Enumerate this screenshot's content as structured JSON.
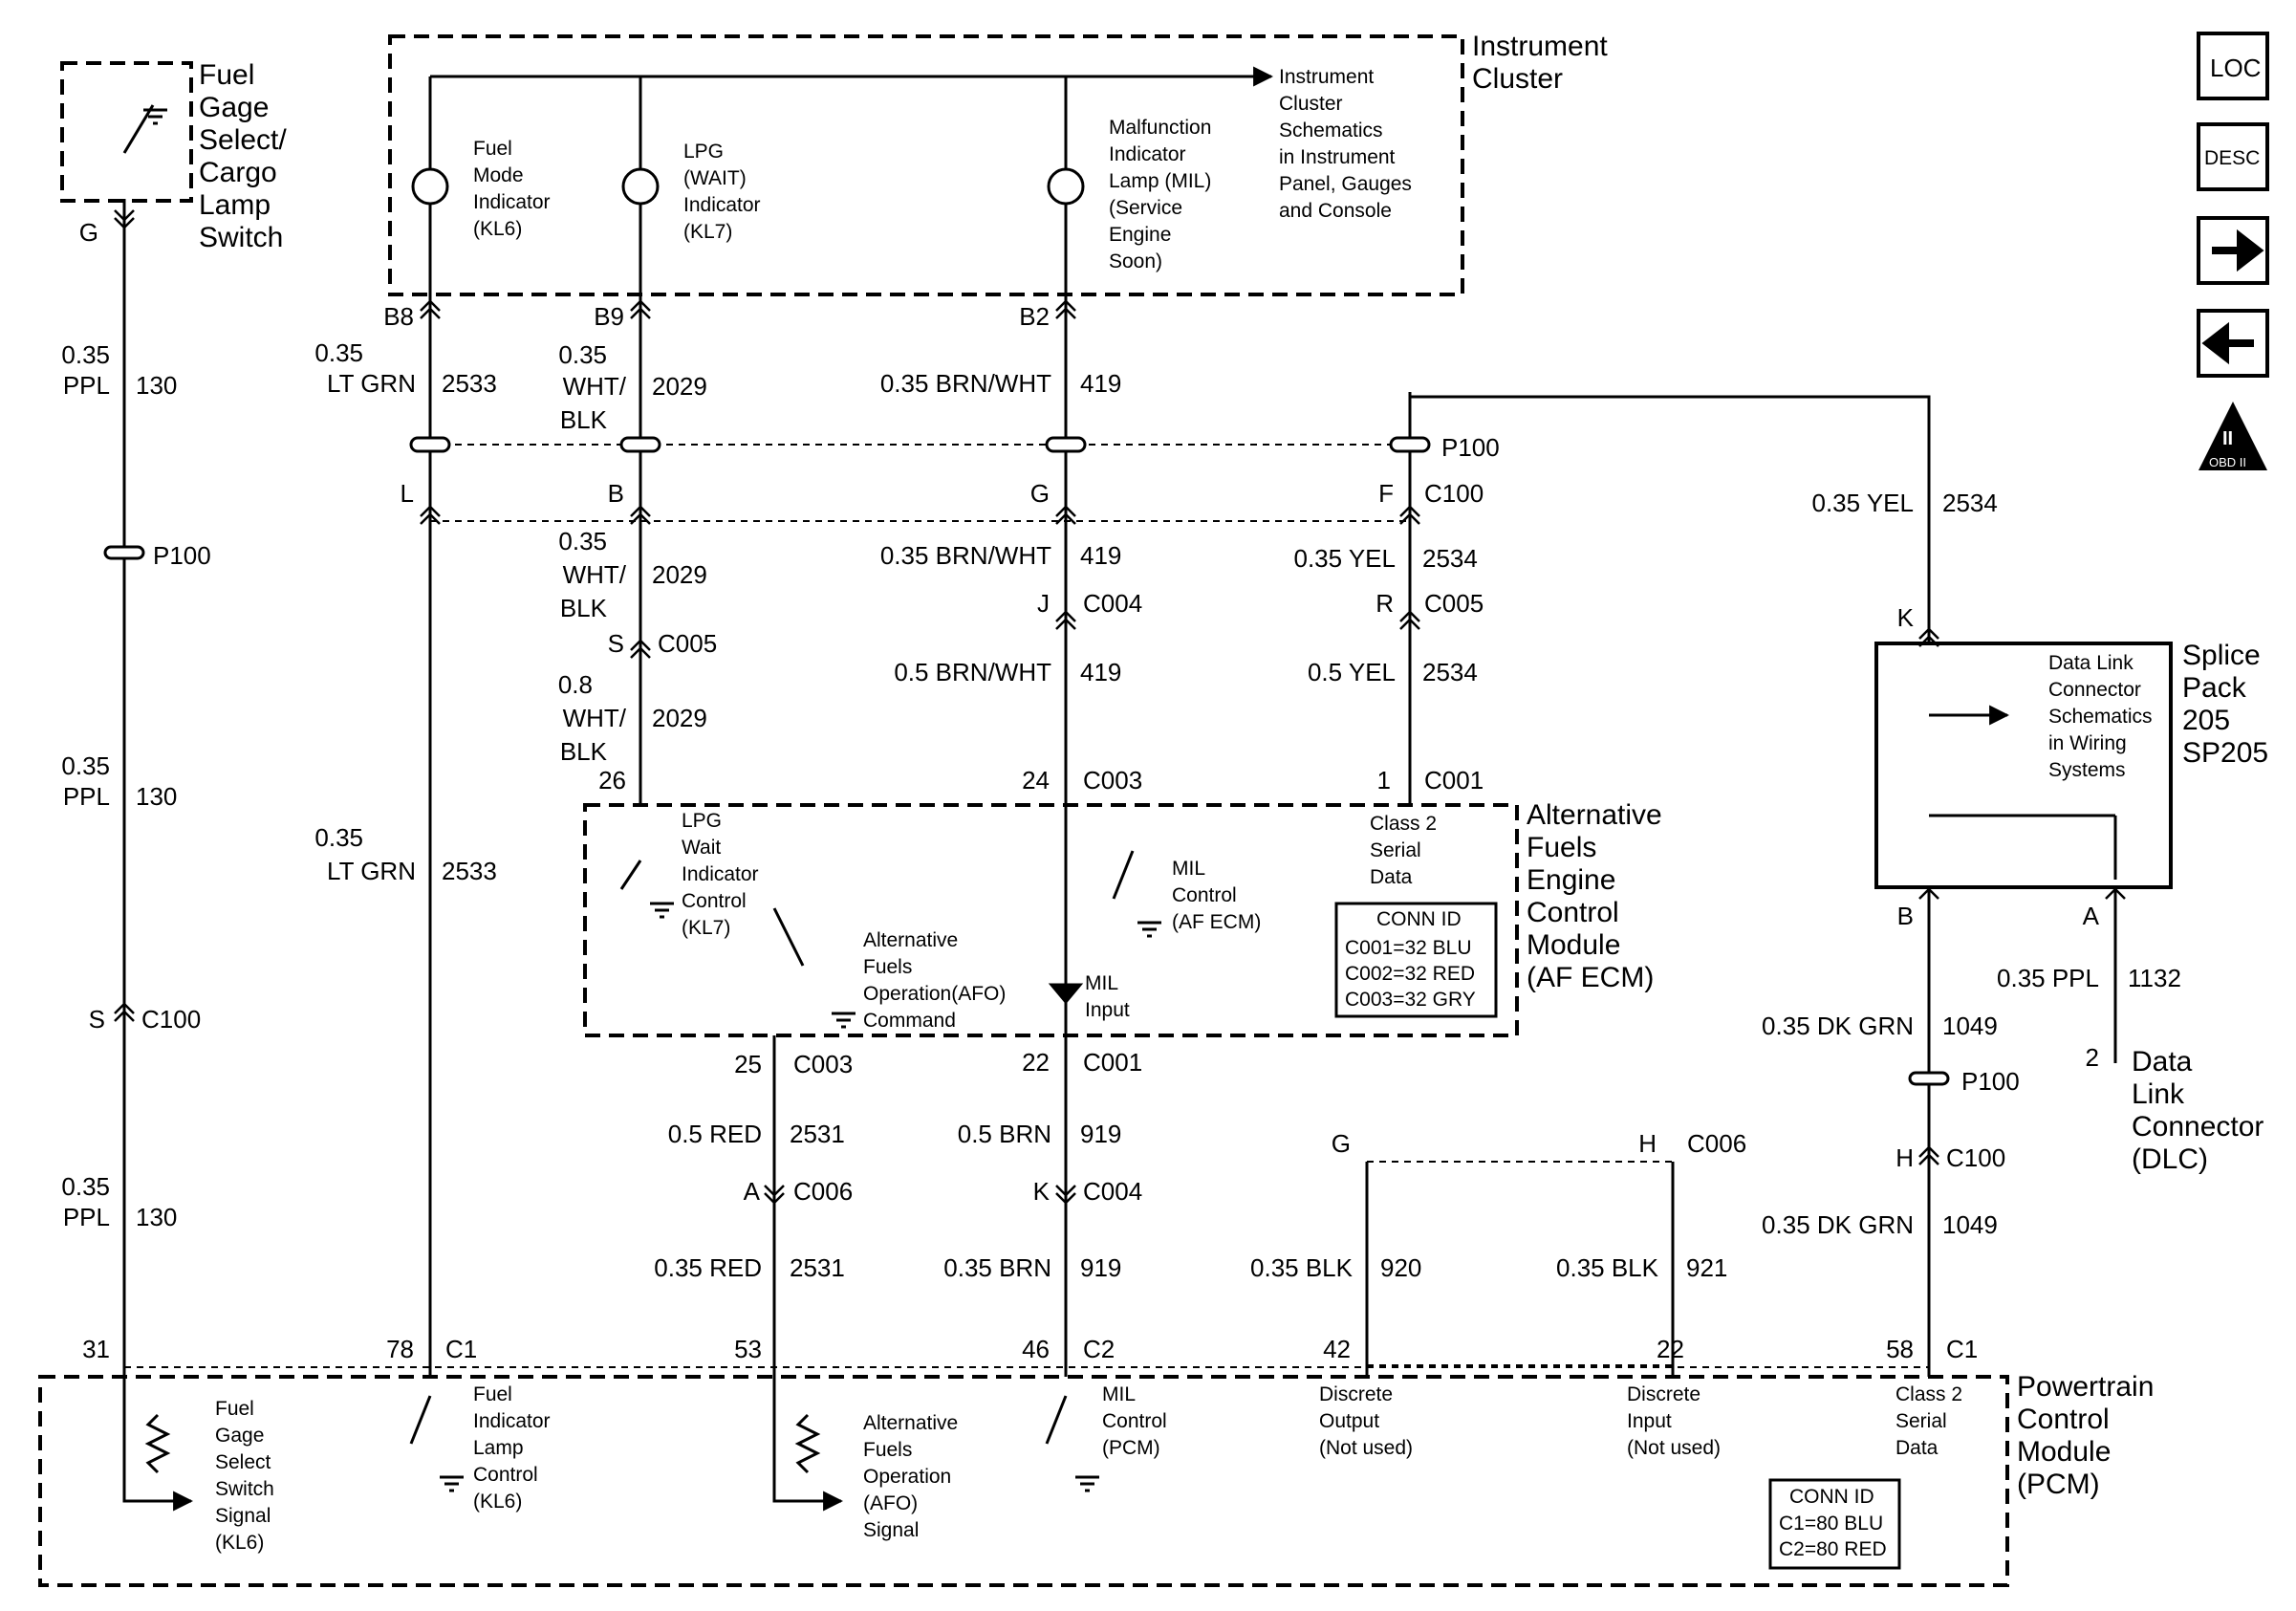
{
  "modules": {
    "switch": [
      "Fuel",
      "Gage",
      "Select/",
      "Cargo",
      "Lamp",
      "Switch"
    ],
    "cluster": [
      "Instrument",
      "Cluster"
    ],
    "af_ecm": [
      "Alternative",
      "Fuels",
      "Engine",
      "Control",
      "Module",
      "(AF ECM)"
    ],
    "pcm": [
      "Powertrain",
      "Control",
      "Module",
      "(PCM)"
    ],
    "splice": [
      "Splice",
      "Pack",
      "205",
      "SP205"
    ],
    "dlc": [
      "Data",
      "Link",
      "Connector",
      "(DLC)"
    ]
  },
  "cluster_items": {
    "fuel_mode": [
      "Fuel",
      "Mode",
      "Indicator",
      "(KL6)"
    ],
    "lpg": [
      "LPG",
      "(WAIT)",
      "Indicator",
      "(KL7)"
    ],
    "mil": [
      "Malfunction",
      "Indicator",
      "Lamp (MIL)",
      "(Service",
      "Engine",
      "Soon)"
    ],
    "ref": [
      "Instrument",
      "Cluster",
      "Schematics",
      "in Instrument",
      "Panel, Gauges",
      "and Console"
    ]
  },
  "ecm_items": {
    "lpg_ctrl": [
      "LPG",
      "Wait",
      "Indicator",
      "Control",
      "(KL7)"
    ],
    "afo": [
      "Alternative",
      "Fuels",
      "Operation(AFO)",
      "Command"
    ],
    "mil_ctrl": [
      "MIL",
      "Control",
      "(AF ECM)"
    ],
    "mil_input": [
      "MIL",
      "Input"
    ],
    "class2": [
      "Class 2",
      "Serial",
      "Data"
    ],
    "conn_id_title": "CONN ID",
    "conn_id": [
      "C001=32 BLU",
      "C002=32 RED",
      "C003=32 GRY"
    ]
  },
  "pcm_items": {
    "fuel_gage": [
      "Fuel",
      "Gage",
      "Select",
      "Switch",
      "Signal",
      "(KL6)"
    ],
    "fuel_ind": [
      "Fuel",
      "Indicator",
      "Lamp",
      "Control",
      "(KL6)"
    ],
    "afo_sig": [
      "Alternative",
      "Fuels",
      "Operation",
      "(AFO)",
      "Signal"
    ],
    "mil_pcm": [
      "MIL",
      "Control",
      "(PCM)"
    ],
    "disc_out": [
      "Discrete",
      "Output",
      "(Not used)"
    ],
    "disc_in": [
      "Discrete",
      "Input",
      "(Not used)"
    ],
    "class2": [
      "Class 2",
      "Serial",
      "Data"
    ],
    "conn_id_title": "CONN ID",
    "conn_id": [
      "C1=80 BLU",
      "C2=80 RED"
    ]
  },
  "splice_ref": [
    "Data Link",
    "Connector",
    "Schematics",
    "in Wiring",
    "Systems"
  ],
  "nav": {
    "loc": "LOC",
    "desc": "DESC",
    "obd": "OBD II",
    "obd_roman": "II"
  },
  "labels": [
    {
      "id": "g1",
      "t": "G"
    },
    {
      "id": "w130a_g",
      "t": "0.35"
    },
    {
      "id": "w130a_c",
      "t": "PPL"
    },
    {
      "id": "w130a_n",
      "t": "130"
    },
    {
      "id": "p100a",
      "t": "P100"
    },
    {
      "id": "w130b_g",
      "t": "0.35"
    },
    {
      "id": "w130b_c",
      "t": "PPL"
    },
    {
      "id": "w130b_n",
      "t": "130"
    },
    {
      "id": "s1",
      "t": "S"
    },
    {
      "id": "c100a",
      "t": "C100"
    },
    {
      "id": "w130c_g",
      "t": "0.35"
    },
    {
      "id": "w130c_c",
      "t": "PPL"
    },
    {
      "id": "w130c_n",
      "t": "130"
    },
    {
      "id": "pin31",
      "t": "31"
    },
    {
      "id": "b8",
      "t": "B8"
    },
    {
      "id": "w2533a_g",
      "t": "0.35"
    },
    {
      "id": "w2533a_c",
      "t": "LT GRN"
    },
    {
      "id": "w2533a_n",
      "t": "2533"
    },
    {
      "id": "l1",
      "t": "L"
    },
    {
      "id": "w2533b_g",
      "t": "0.35"
    },
    {
      "id": "w2533b_c",
      "t": "LT GRN"
    },
    {
      "id": "w2533b_n",
      "t": "2533"
    },
    {
      "id": "pin78",
      "t": "78"
    },
    {
      "id": "c1a",
      "t": "C1"
    },
    {
      "id": "b9",
      "t": "B9"
    },
    {
      "id": "w2029a_g",
      "t": "0.35"
    },
    {
      "id": "w2029a_c1",
      "t": "WHT/"
    },
    {
      "id": "w2029a_c2",
      "t": "BLK"
    },
    {
      "id": "w2029a_n",
      "t": "2029"
    },
    {
      "id": "b1",
      "t": "B"
    },
    {
      "id": "w2029b_g",
      "t": "0.35"
    },
    {
      "id": "w2029b_c1",
      "t": "WHT/"
    },
    {
      "id": "w2029b_c2",
      "t": "BLK"
    },
    {
      "id": "w2029b_n",
      "t": "2029"
    },
    {
      "id": "s2",
      "t": "S"
    },
    {
      "id": "c005a",
      "t": "C005"
    },
    {
      "id": "w2029c_g",
      "t": "0.8"
    },
    {
      "id": "w2029c_c1",
      "t": "WHT/"
    },
    {
      "id": "w2029c_c2",
      "t": "BLK"
    },
    {
      "id": "w2029c_n",
      "t": "2029"
    },
    {
      "id": "pin26",
      "t": "26"
    },
    {
      "id": "pin25",
      "t": "25"
    },
    {
      "id": "c003b",
      "t": "C003"
    },
    {
      "id": "w2531a",
      "t": "0.5 RED"
    },
    {
      "id": "w2531a_n",
      "t": "2531"
    },
    {
      "id": "a1",
      "t": "A"
    },
    {
      "id": "c006a",
      "t": "C006"
    },
    {
      "id": "w2531b",
      "t": "0.35 RED"
    },
    {
      "id": "w2531b_n",
      "t": "2531"
    },
    {
      "id": "pin53",
      "t": "53"
    },
    {
      "id": "b2",
      "t": "B2"
    },
    {
      "id": "w419a",
      "t": "0.35 BRN/WHT"
    },
    {
      "id": "w419a_n",
      "t": "419"
    },
    {
      "id": "g2",
      "t": "G"
    },
    {
      "id": "w419b",
      "t": "0.35 BRN/WHT"
    },
    {
      "id": "w419b_n",
      "t": "419"
    },
    {
      "id": "j1",
      "t": "J"
    },
    {
      "id": "c004a",
      "t": "C004"
    },
    {
      "id": "w419c",
      "t": "0.5 BRN/WHT"
    },
    {
      "id": "w419c_n",
      "t": "419"
    },
    {
      "id": "pin24",
      "t": "24"
    },
    {
      "id": "c003a",
      "t": "C003"
    },
    {
      "id": "pin22a",
      "t": "22"
    },
    {
      "id": "c001b",
      "t": "C001"
    },
    {
      "id": "w919a",
      "t": "0.5 BRN"
    },
    {
      "id": "w919a_n",
      "t": "919"
    },
    {
      "id": "k1",
      "t": "K"
    },
    {
      "id": "c004b",
      "t": "C004"
    },
    {
      "id": "w919b",
      "t": "0.35 BRN"
    },
    {
      "id": "w919b_n",
      "t": "919"
    },
    {
      "id": "pin46",
      "t": "46"
    },
    {
      "id": "c2",
      "t": "C2"
    },
    {
      "id": "p100b",
      "t": "P100"
    },
    {
      "id": "f1",
      "t": "F"
    },
    {
      "id": "c100b",
      "t": "C100"
    },
    {
      "id": "w2534a",
      "t": "0.35 YEL"
    },
    {
      "id": "w2534a_n",
      "t": "2534"
    },
    {
      "id": "r1",
      "t": "R"
    },
    {
      "id": "c005b",
      "t": "C005"
    },
    {
      "id": "w2534b",
      "t": "0.5 YEL"
    },
    {
      "id": "w2534b_n",
      "t": "2534"
    },
    {
      "id": "pin1",
      "t": "1"
    },
    {
      "id": "c001a",
      "t": "C001"
    },
    {
      "id": "w2534c",
      "t": "0.35 YEL"
    },
    {
      "id": "w2534c_n",
      "t": "2534"
    },
    {
      "id": "k2",
      "t": "K"
    },
    {
      "id": "b3",
      "t": "B"
    },
    {
      "id": "a2",
      "t": "A"
    },
    {
      "id": "w1049a",
      "t": "0.35 DK GRN"
    },
    {
      "id": "w1049a_n",
      "t": "1049"
    },
    {
      "id": "p100c",
      "t": "P100"
    },
    {
      "id": "h1",
      "t": "H"
    },
    {
      "id": "c100c",
      "t": "C100"
    },
    {
      "id": "w1049b",
      "t": "0.35 DK GRN"
    },
    {
      "id": "w1049b_n",
      "t": "1049"
    },
    {
      "id": "pin58",
      "t": "58"
    },
    {
      "id": "c1b",
      "t": "C1"
    },
    {
      "id": "w1132",
      "t": "0.35 PPL"
    },
    {
      "id": "w1132_n",
      "t": "1132"
    },
    {
      "id": "pin2",
      "t": "2"
    },
    {
      "id": "g3",
      "t": "G"
    },
    {
      "id": "h2",
      "t": "H"
    },
    {
      "id": "c006b",
      "t": "C006"
    },
    {
      "id": "w920",
      "t": "0.35 BLK"
    },
    {
      "id": "w920_n",
      "t": "920"
    },
    {
      "id": "w921",
      "t": "0.35 BLK"
    },
    {
      "id": "w921_n",
      "t": "921"
    },
    {
      "id": "pin42",
      "t": "42"
    },
    {
      "id": "pin22b",
      "t": "22"
    }
  ]
}
